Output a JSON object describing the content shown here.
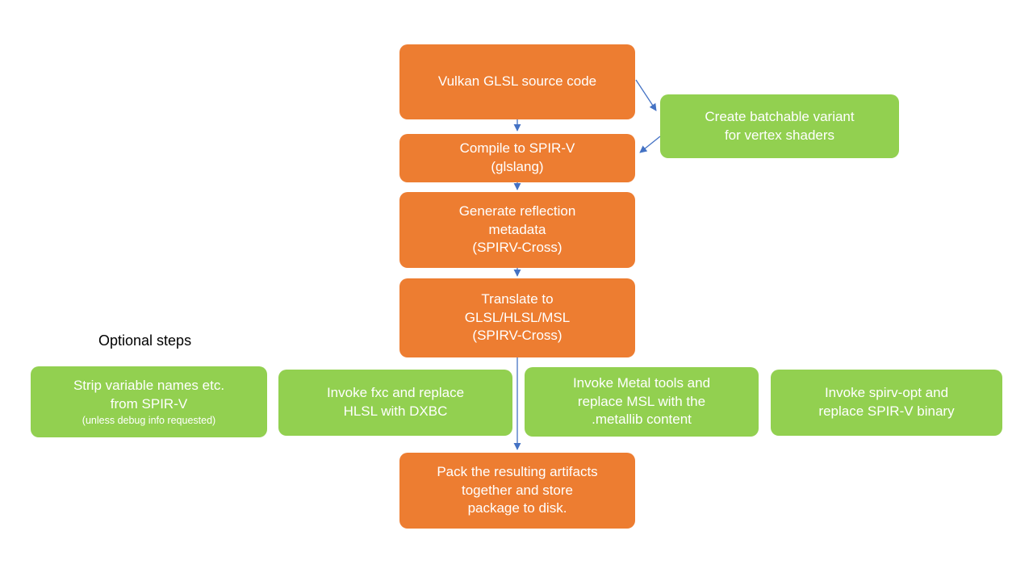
{
  "optional_label": "Optional steps",
  "colors": {
    "orange": "#ED7D31",
    "green": "#92D050",
    "arrow": "#4472C4"
  },
  "nodes": {
    "vulkan_source": {
      "label": "Vulkan GLSL source code"
    },
    "compile_spirv": {
      "label": "Compile to SPIR-V\n(glslang)"
    },
    "reflection": {
      "label": "Generate reflection\nmetadata\n(SPIRV-Cross)"
    },
    "translate": {
      "label": "Translate to\nGLSL/HLSL/MSL\n(SPIRV-Cross)"
    },
    "pack": {
      "label": "Pack the resulting artifacts\ntogether and store\npackage to disk."
    },
    "batchable": {
      "label": "Create batchable variant\nfor vertex shaders"
    },
    "strip": {
      "label": "Strip variable names etc.\nfrom SPIR-V",
      "note": "(unless debug info requested)"
    },
    "fxc": {
      "label": "Invoke fxc and replace\nHLSL with DXBC"
    },
    "metal": {
      "label": "Invoke Metal tools and\nreplace MSL with the\n.metallib content"
    },
    "spirv_opt": {
      "label": "Invoke spirv-opt and\nreplace SPIR-V binary"
    }
  }
}
